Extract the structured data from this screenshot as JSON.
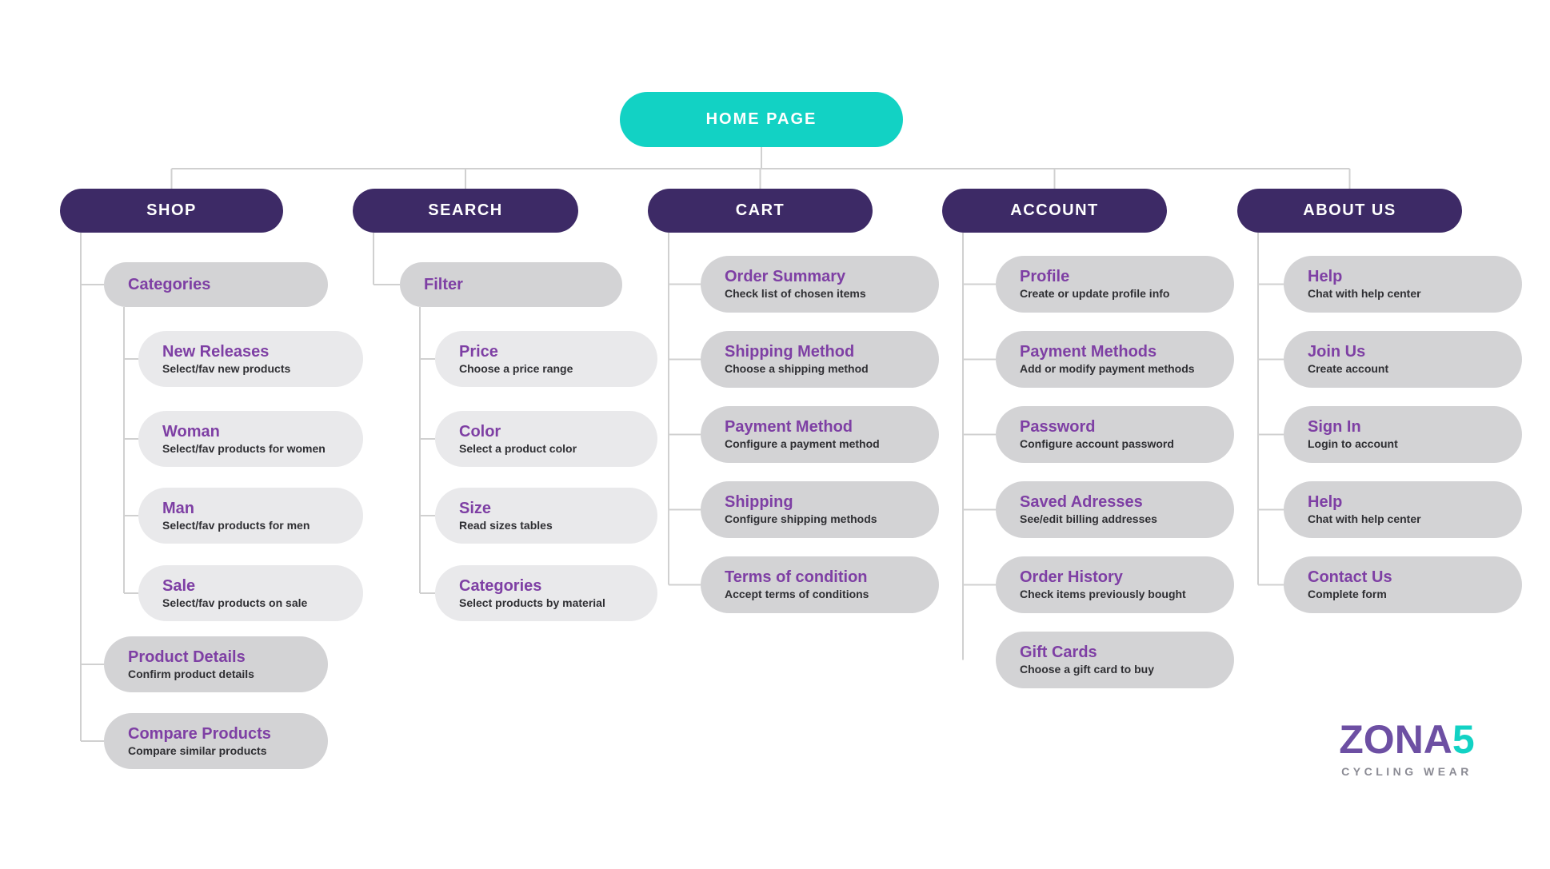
{
  "home": {
    "label": "HOME PAGE"
  },
  "sections": [
    {
      "label": "SHOP",
      "children": [
        {
          "title": "Categories",
          "children": [
            {
              "title": "New Releases",
              "subtitle": "Select/fav new products"
            },
            {
              "title": "Woman",
              "subtitle": "Select/fav products for women"
            },
            {
              "title": "Man",
              "subtitle": "Select/fav products for men"
            },
            {
              "title": "Sale",
              "subtitle": "Select/fav products on sale"
            }
          ]
        },
        {
          "title": "Product Details",
          "subtitle": "Confirm product details"
        },
        {
          "title": "Compare Products",
          "subtitle": "Compare similar products"
        }
      ]
    },
    {
      "label": "SEARCH",
      "children": [
        {
          "title": "Filter",
          "children": [
            {
              "title": "Price",
              "subtitle": "Choose a price range"
            },
            {
              "title": "Color",
              "subtitle": "Select a product color"
            },
            {
              "title": "Size",
              "subtitle": "Read sizes tables"
            },
            {
              "title": "Categories",
              "subtitle": "Select products by material"
            }
          ]
        }
      ]
    },
    {
      "label": "CART",
      "children": [
        {
          "title": "Order Summary",
          "subtitle": "Check list of chosen items"
        },
        {
          "title": "Shipping Method",
          "subtitle": "Choose a shipping method"
        },
        {
          "title": "Payment Method",
          "subtitle": "Configure a payment method"
        },
        {
          "title": "Shipping",
          "subtitle": "Configure shipping methods"
        },
        {
          "title": "Terms of condition",
          "subtitle": "Accept terms of conditions"
        }
      ]
    },
    {
      "label": "ACCOUNT",
      "children": [
        {
          "title": "Profile",
          "subtitle": "Create or update profile info"
        },
        {
          "title": "Payment Methods",
          "subtitle": "Add or modify payment methods"
        },
        {
          "title": "Password",
          "subtitle": "Configure account password"
        },
        {
          "title": "Saved Adresses",
          "subtitle": "See/edit billing addresses"
        },
        {
          "title": "Order History",
          "subtitle": "Check items previously bought"
        },
        {
          "title": "Gift Cards",
          "subtitle": "Choose a gift card to buy"
        }
      ]
    },
    {
      "label": "ABOUT US",
      "children": [
        {
          "title": "Help",
          "subtitle": "Chat with help center"
        },
        {
          "title": "Join Us",
          "subtitle": "Create account"
        },
        {
          "title": "Sign In",
          "subtitle": "Login to account"
        },
        {
          "title": "Help",
          "subtitle": "Chat with help center"
        },
        {
          "title": "Contact Us",
          "subtitle": "Complete form"
        }
      ]
    }
  ],
  "logo": {
    "brand": "ZONA",
    "brand_accent": "5",
    "tagline": "CYCLING WEAR"
  },
  "colors": {
    "teal": "#12d2c4",
    "dark_purple": "#3d2a66",
    "title_purple": "#7e3fa4",
    "card_gray": "#d3d3d5",
    "card_gray_light": "#e9e9eb",
    "connector": "#d0d0d0",
    "logo_purple": "#6d4fa3"
  }
}
